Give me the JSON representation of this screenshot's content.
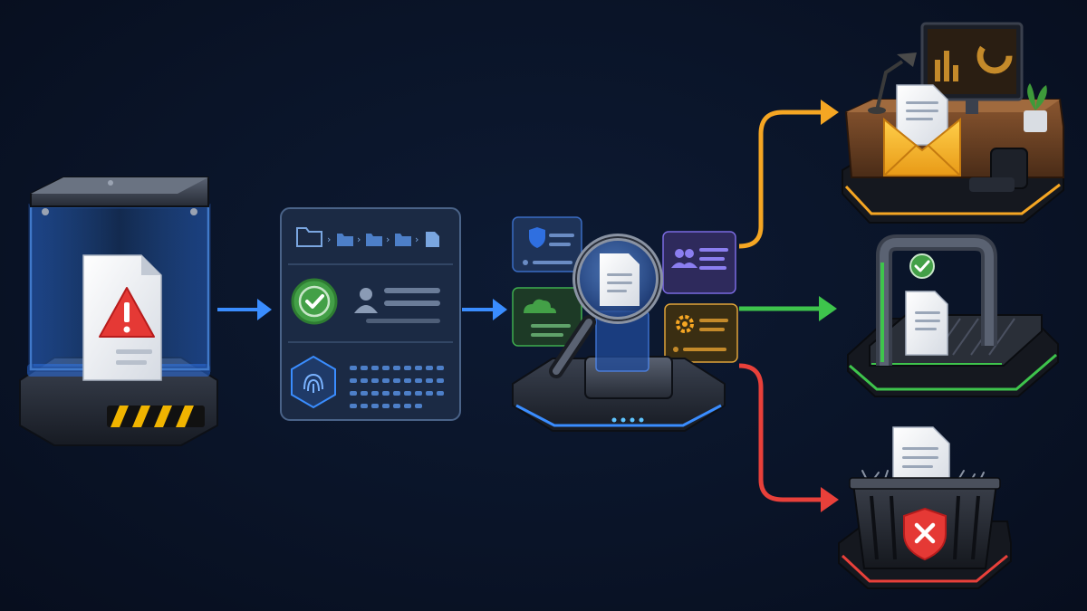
{
  "diagram": {
    "stages": [
      {
        "id": "quarantine",
        "icon": "warning-icon",
        "accent": "#3a8dff"
      },
      {
        "id": "metadata-panel",
        "icon": "verified-badge-icon",
        "accent": "#3a8dff"
      },
      {
        "id": "inspection-scanner",
        "icon": "magnifier-icon",
        "accent": "#3a8dff"
      }
    ],
    "routes": [
      {
        "id": "deliver",
        "color": "#f5a623",
        "destination_icon": "envelope-icon"
      },
      {
        "id": "release",
        "color": "#3ec44c",
        "destination_icon": "check-icon"
      },
      {
        "id": "discard",
        "color": "#e8403a",
        "destination_icon": "shield-x-icon"
      }
    ],
    "colors": {
      "background": "#0a1428",
      "flow_arrow": "#3a8dff",
      "panel": "#1b2a44",
      "warning": "#e53935",
      "verified": "#43a047",
      "hazard": "#f0b400"
    }
  }
}
